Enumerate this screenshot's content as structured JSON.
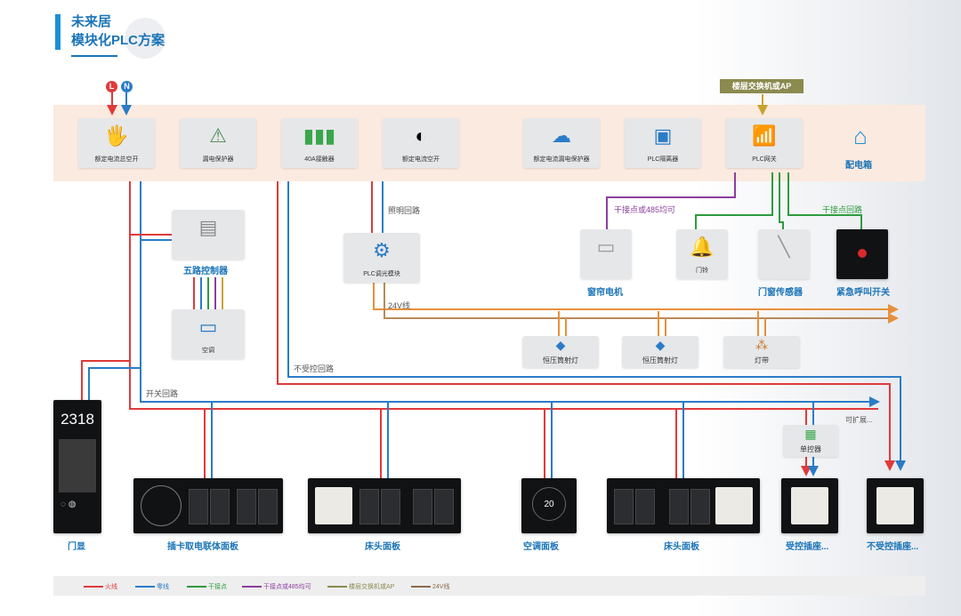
{
  "header": {
    "title_line1": "未来居",
    "title_line2": "模块化PLC方案"
  },
  "power_inputs": {
    "L": "L",
    "N": "N"
  },
  "band": {
    "devices": [
      {
        "label": "额定电流总空开",
        "icon": "breaker-hand-icon"
      },
      {
        "label": "漏电保护器",
        "icon": "leakage-protector-icon"
      },
      {
        "label": "40A接触器",
        "icon": "contactor-icon"
      },
      {
        "label": "额定电流空开",
        "icon": "breaker-icon"
      },
      {
        "label": "额定电流漏电保护器",
        "icon": "cloud-protector-icon"
      },
      {
        "label": "PLC隔离器",
        "icon": "isolator-icon"
      },
      {
        "label": "PLC网关",
        "icon": "gateway-icon"
      }
    ],
    "distribution_box": "配电箱"
  },
  "switch_ap": "楼层交换机或AP",
  "modules": {
    "five_way": "五路控制器",
    "ac_unit": "空调",
    "dimmer": "PLC调光模块",
    "curtain": "窗帘电机",
    "doorbell": "门铃",
    "window_sensor": "门窗传感器",
    "emergency": "紧急呼叫开关",
    "spot1": "恒压筒射灯",
    "spot2": "恒压筒射灯",
    "strip": "灯带",
    "single": "单控器"
  },
  "line_labels": {
    "lighting": "照明回路",
    "v24": "24V线",
    "uncontrolled": "不受控回路",
    "switch_loop": "开关回路",
    "dry_485": "干接点或485均可",
    "dry_contact": "干接点回路",
    "expand": "可扩展..."
  },
  "door_display": {
    "number": "2318"
  },
  "bottom_labels": [
    "门显",
    "插卡取电联体面板",
    "床头面板",
    "空调面板",
    "床头面板",
    "受控插座...",
    "不受控插座..."
  ],
  "legend": [
    {
      "label": "火线",
      "color": "#e03a3a"
    },
    {
      "label": "零线",
      "color": "#2b7cc8"
    },
    {
      "label": "干接点",
      "color": "#2e9b3f"
    },
    {
      "label": "干接点或485均可",
      "color": "#8a3f9e"
    },
    {
      "label": "楼层交换机或AP",
      "color": "#8b8a4f"
    },
    {
      "label": "24V线",
      "color": "#8b6a4f"
    }
  ],
  "colors": {
    "live": "#e03a3a",
    "neutral": "#2b7cc8",
    "dry": "#2e9b3f",
    "rs485": "#8a3f9e",
    "ap": "#c9a22e",
    "v24": "#e8903c"
  }
}
